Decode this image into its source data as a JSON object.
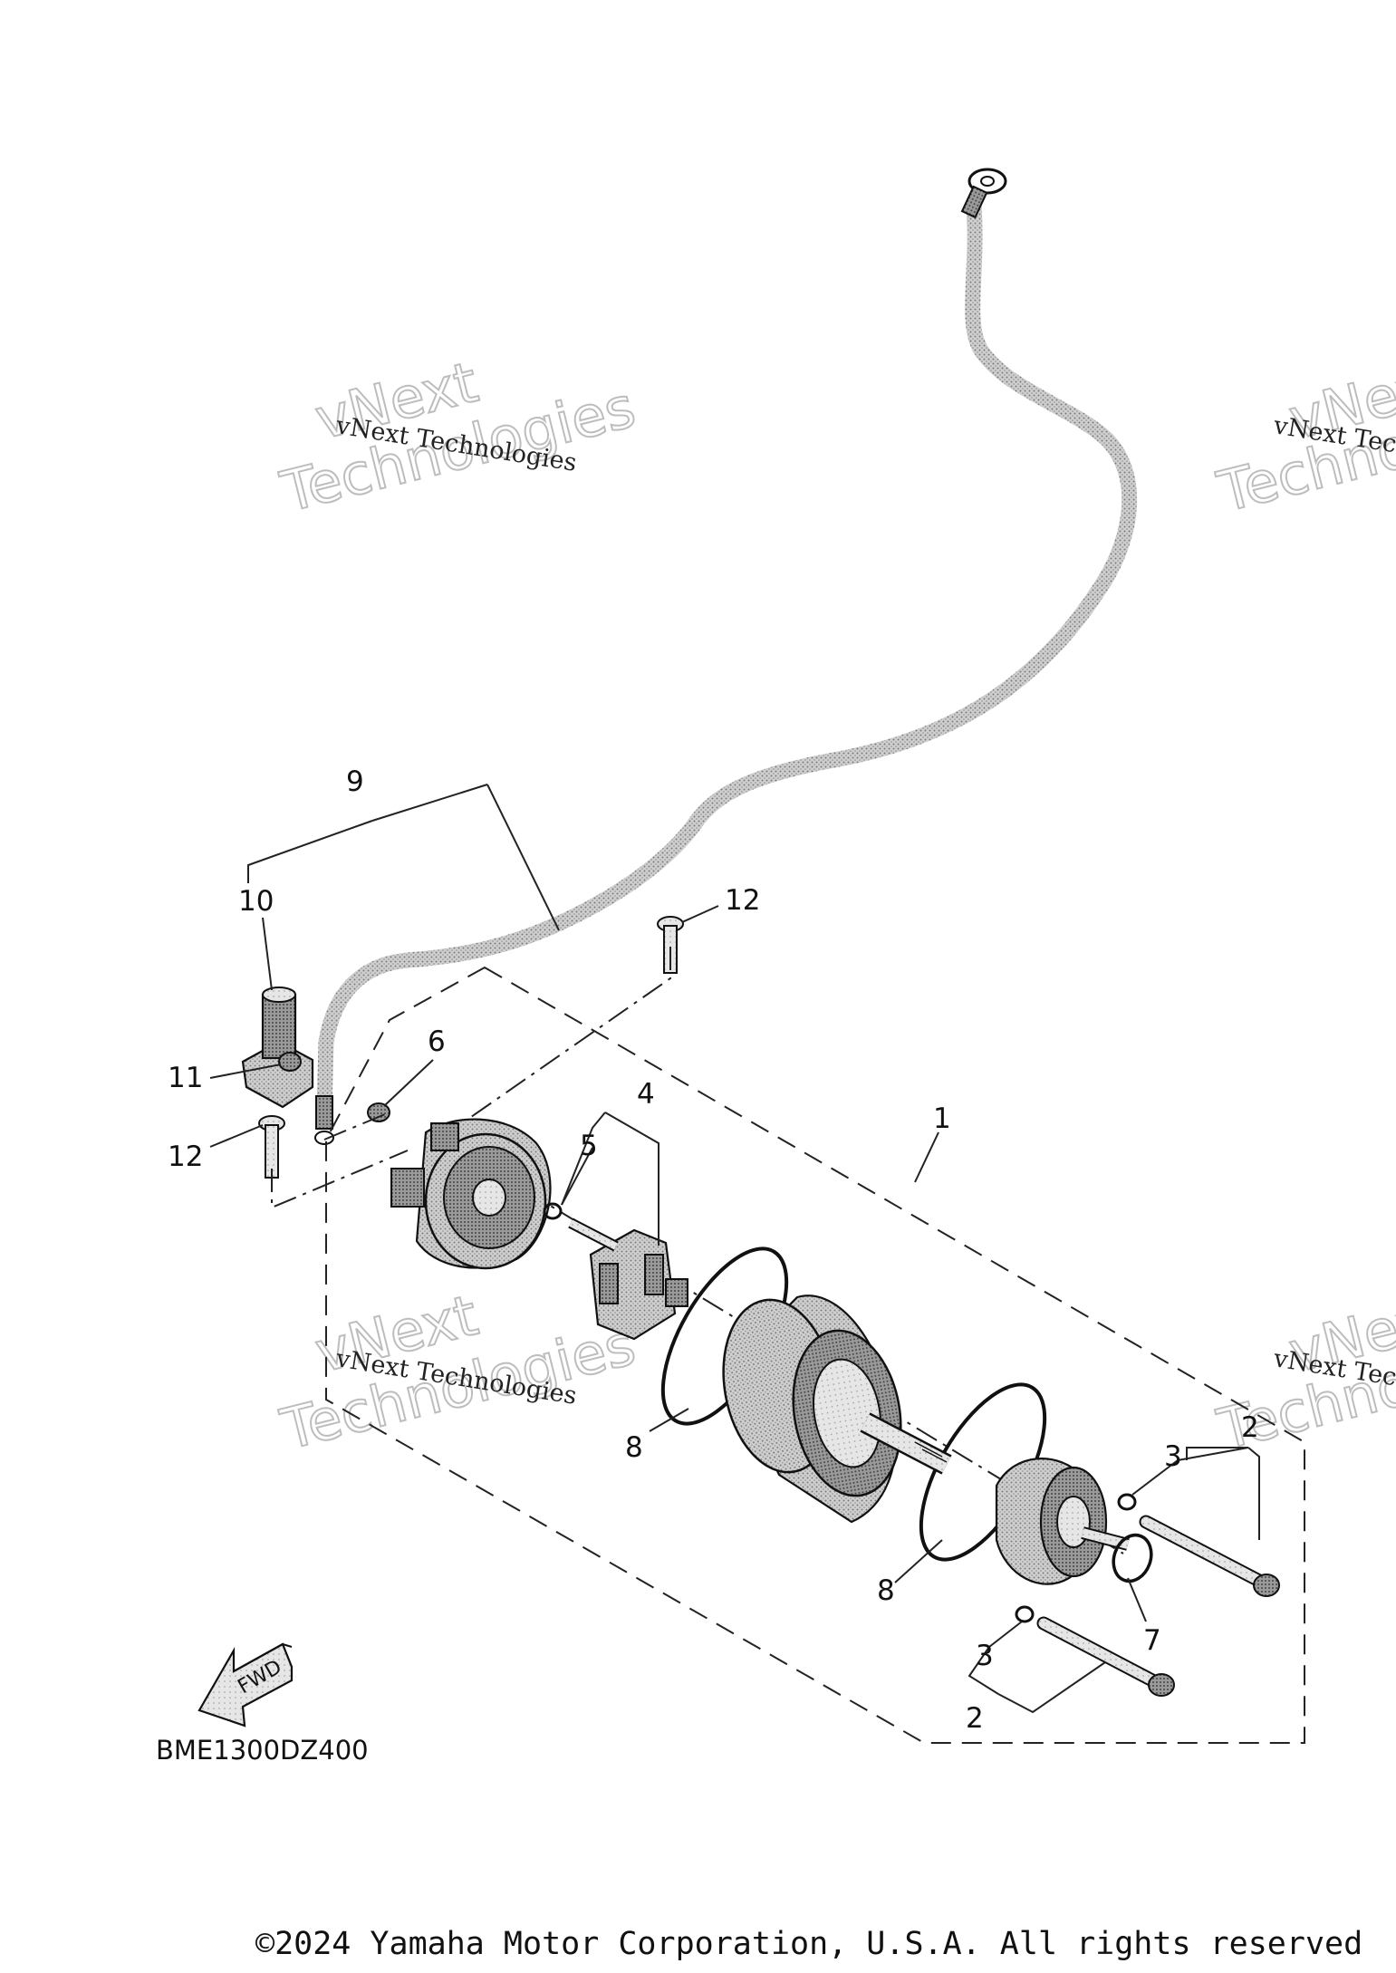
{
  "diagram": {
    "code": "BME1300DZ400",
    "copyright": "©2024 Yamaha Motor Corporation, U.S.A. All rights reserved",
    "fwd_label": "FWD",
    "callouts": {
      "c1": "1",
      "c2a": "2",
      "c2b": "2",
      "c3a": "3",
      "c3b": "3",
      "c4": "4",
      "c5": "5",
      "c6": "6",
      "c7": "7",
      "c8a": "8",
      "c8b": "8",
      "c9": "9",
      "c10": "10",
      "c11": "11",
      "c12a": "12",
      "c12b": "12"
    },
    "watermarks": {
      "small": "vNext Technologies",
      "big_line1": "vNext",
      "big_line2": "Technologies"
    }
  }
}
